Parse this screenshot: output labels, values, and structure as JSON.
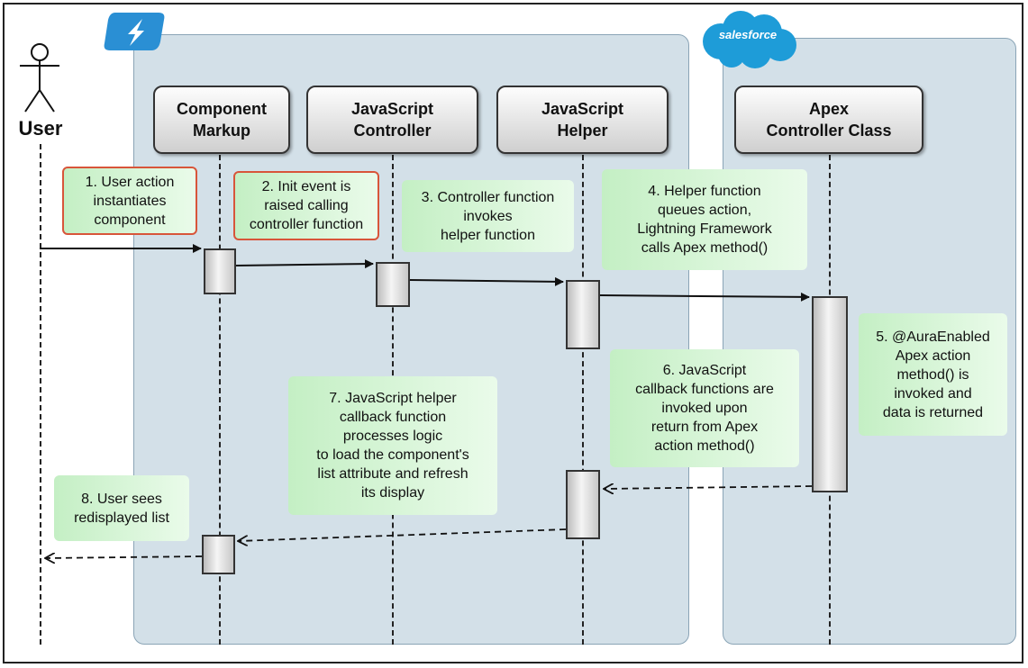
{
  "actors": {
    "user": "User",
    "component_markup": "Component\nMarkup",
    "js_controller": "JavaScript\nController",
    "js_helper": "JavaScript\nHelper",
    "apex_controller": "Apex\nController Class"
  },
  "logos": {
    "lightning": "lightning-bolt-icon",
    "salesforce": "salesforce"
  },
  "steps": {
    "s1": "1. User action\ninstantiates\ncomponent",
    "s2": "2. Init event is\nraised calling\ncontroller function",
    "s3": "3. Controller function\ninvokes\nhelper function",
    "s4": "4. Helper function\nqueues action,\nLightning Framework\ncalls Apex method()",
    "s5": "5. @AuraEnabled\nApex action\nmethod() is\ninvoked and\ndata is returned",
    "s6": "6. JavaScript\ncallback functions are\ninvoked upon\nreturn from Apex\naction method()",
    "s7": "7. JavaScript helper\ncallback function\nprocesses logic\nto load the component's\nlist attribute and refresh\nits display",
    "s8": "8. User sees\nredisplayed list"
  },
  "colors": {
    "panel": "#d3e0e8",
    "note_green": "#c4efc4",
    "note_border_red": "#d8553a",
    "salesforce_blue": "#1e9cd8",
    "lightning_blue": "#2a8fd4"
  }
}
